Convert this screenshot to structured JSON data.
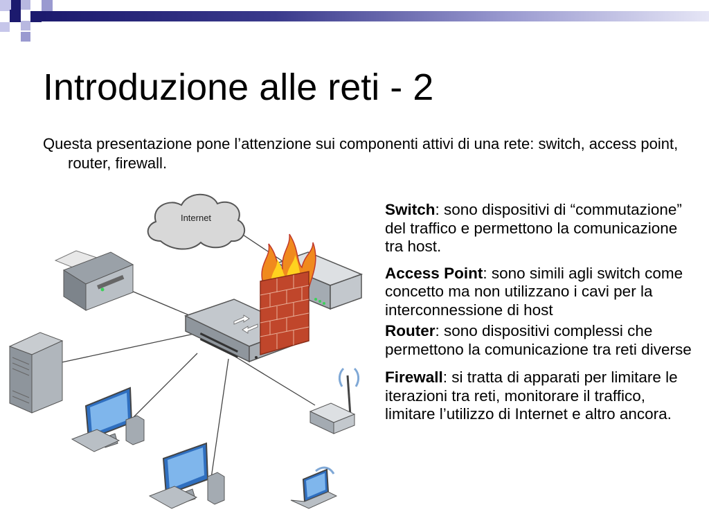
{
  "slide": {
    "title": "Introduzione alle reti - 2",
    "intro": "Questa presentazione pone l’attenzione sui componenti attivi di una rete: switch, access point, router, firewall."
  },
  "diagram": {
    "cloud_label": "Internet"
  },
  "definitions": [
    {
      "term": "Switch",
      "text": ": sono dispositivi di “commutazione” del traffico e permettono la comunicazione tra host."
    },
    {
      "term": "Access Point",
      "text": ": sono simili agli switch come concetto ma non utilizzano i cavi per la interconnessione di host"
    },
    {
      "term": "Router",
      "text": ": sono dispositivi complessi che permettono la comunicazione tra reti diverse"
    },
    {
      "term": "Firewall",
      "text": ": si tratta di apparati per limitare le iterazioni tra reti, monitorare il traffico, limitare l’utilizzo di Internet e altro ancora."
    }
  ],
  "theme": {
    "accent_dark": "#1c1a6e",
    "accent_light": "#9a9ad0"
  }
}
